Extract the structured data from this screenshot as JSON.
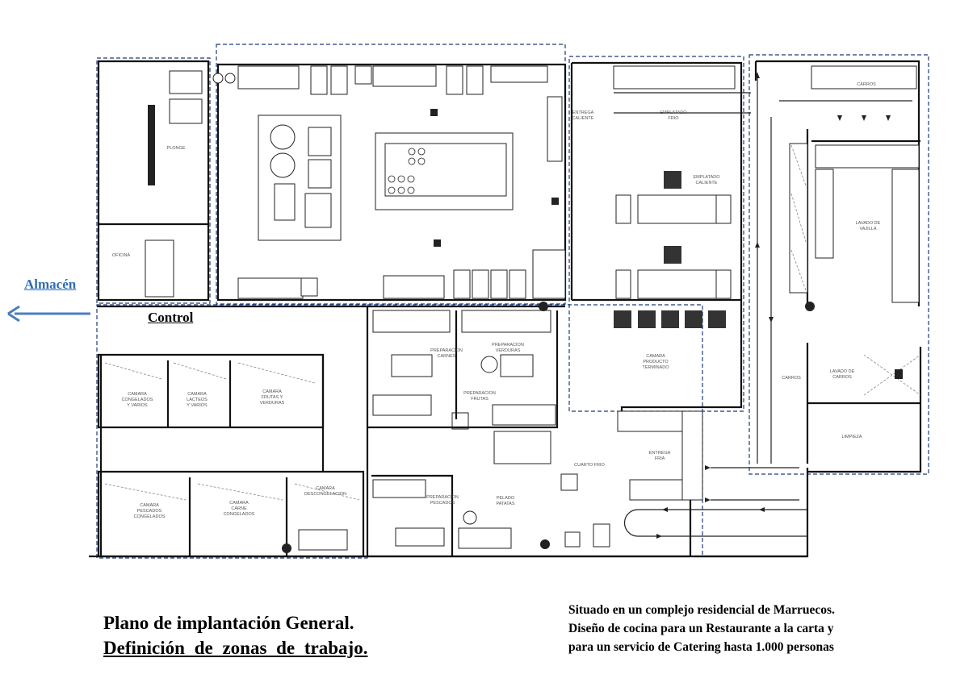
{
  "annotations": {
    "almacen": "Almacén",
    "control": "Control"
  },
  "title": {
    "line1": "Plano de implantación General.",
    "line2": "Definición de zonas de trabajo."
  },
  "description": {
    "line1": "Situado en un complejo residencial de Marruecos.",
    "line2": "Diseño de cocina para un Restaurante a la carta y",
    "line3": "para un servicio de Catering hasta 1.000 personas"
  },
  "rooms": {
    "plonge": "PLONGE",
    "oficina": "OFICINA",
    "congelados_varios": [
      "CAMARA",
      "CONGELADOS",
      "Y VARIOS"
    ],
    "lacteos_varios": [
      "CAMARA",
      "LACTEOS",
      "Y VARIOS"
    ],
    "frutas_verduras": [
      "CAMARA",
      "FRUTAS Y",
      "VERDURAS"
    ],
    "pescados_congelados": [
      "CAMARA",
      "PESCADOS",
      "CONGELADOS"
    ],
    "carne_congelados": [
      "CAMARA",
      "CARNE",
      "CONGELADOS"
    ],
    "descongelacion": [
      "CAMARA",
      "DESCONGELACION"
    ],
    "prep_carnes": [
      "PREPARACION",
      "CARNES"
    ],
    "prep_verduras": [
      "PREPARACION",
      "VERDURAS"
    ],
    "prep_frutas": [
      "PREPARACION",
      "FRUTAS"
    ],
    "prep_pescados": [
      "PREPARACION",
      "PESCADOS"
    ],
    "pelado_patatas": [
      "PELADO",
      "PATATAS"
    ],
    "cuarto_frio": "CUARTO FRIO",
    "entrega_fria": [
      "ENTREGA",
      "FRIA"
    ],
    "producto_terminado": [
      "CAMARA",
      "PRODUCTO",
      "TERMINADO"
    ],
    "entrega_caliente": [
      "ENTREGA",
      "CALIENTE"
    ],
    "emplatado_frio": [
      "EMPLATADO",
      "FRIO"
    ],
    "emplatado_caliente": [
      "EMPLATADO",
      "CALIENTE"
    ],
    "carros_top": "CARROS",
    "carros_bottom": "CARROS",
    "lavado_vajilla": [
      "LAVADO DE",
      "VAJILLA"
    ],
    "lavado_carros": [
      "LAVADO DE",
      "CARROS"
    ],
    "limpieza": "LIMPIEZA"
  },
  "colors": {
    "annotation_blue": "#2e6db4",
    "zone_dash": "#1f3a7a"
  }
}
